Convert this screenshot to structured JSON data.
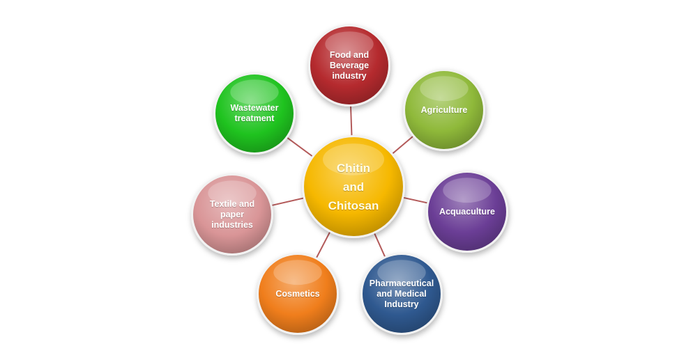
{
  "diagram": {
    "center": {
      "label": "Chitin\nand\nChitosan",
      "color": "#f6b800"
    },
    "connector_color": "#b35a5a",
    "nodes": [
      {
        "id": "food-and-beverage",
        "label": "Food and\nBeverage\nindustry",
        "color": "#b52a2e"
      },
      {
        "id": "agriculture",
        "label": "Agriculture",
        "color": "#8fb93a"
      },
      {
        "id": "acquaculture",
        "label": "Acquaculture",
        "color": "#6b3e96"
      },
      {
        "id": "pharmaceutical-medical",
        "label": "Pharmaceutical\nand Medical\nIndustry",
        "color": "#2f5990"
      },
      {
        "id": "cosmetics",
        "label": "Cosmetics",
        "color": "#f07e1c"
      },
      {
        "id": "textile-paper",
        "label": "Textile and\npaper\nindustries",
        "color": "#d99597"
      },
      {
        "id": "wastewater",
        "label": "Wastewater\ntreatment",
        "color": "#1fc31f"
      }
    ]
  }
}
